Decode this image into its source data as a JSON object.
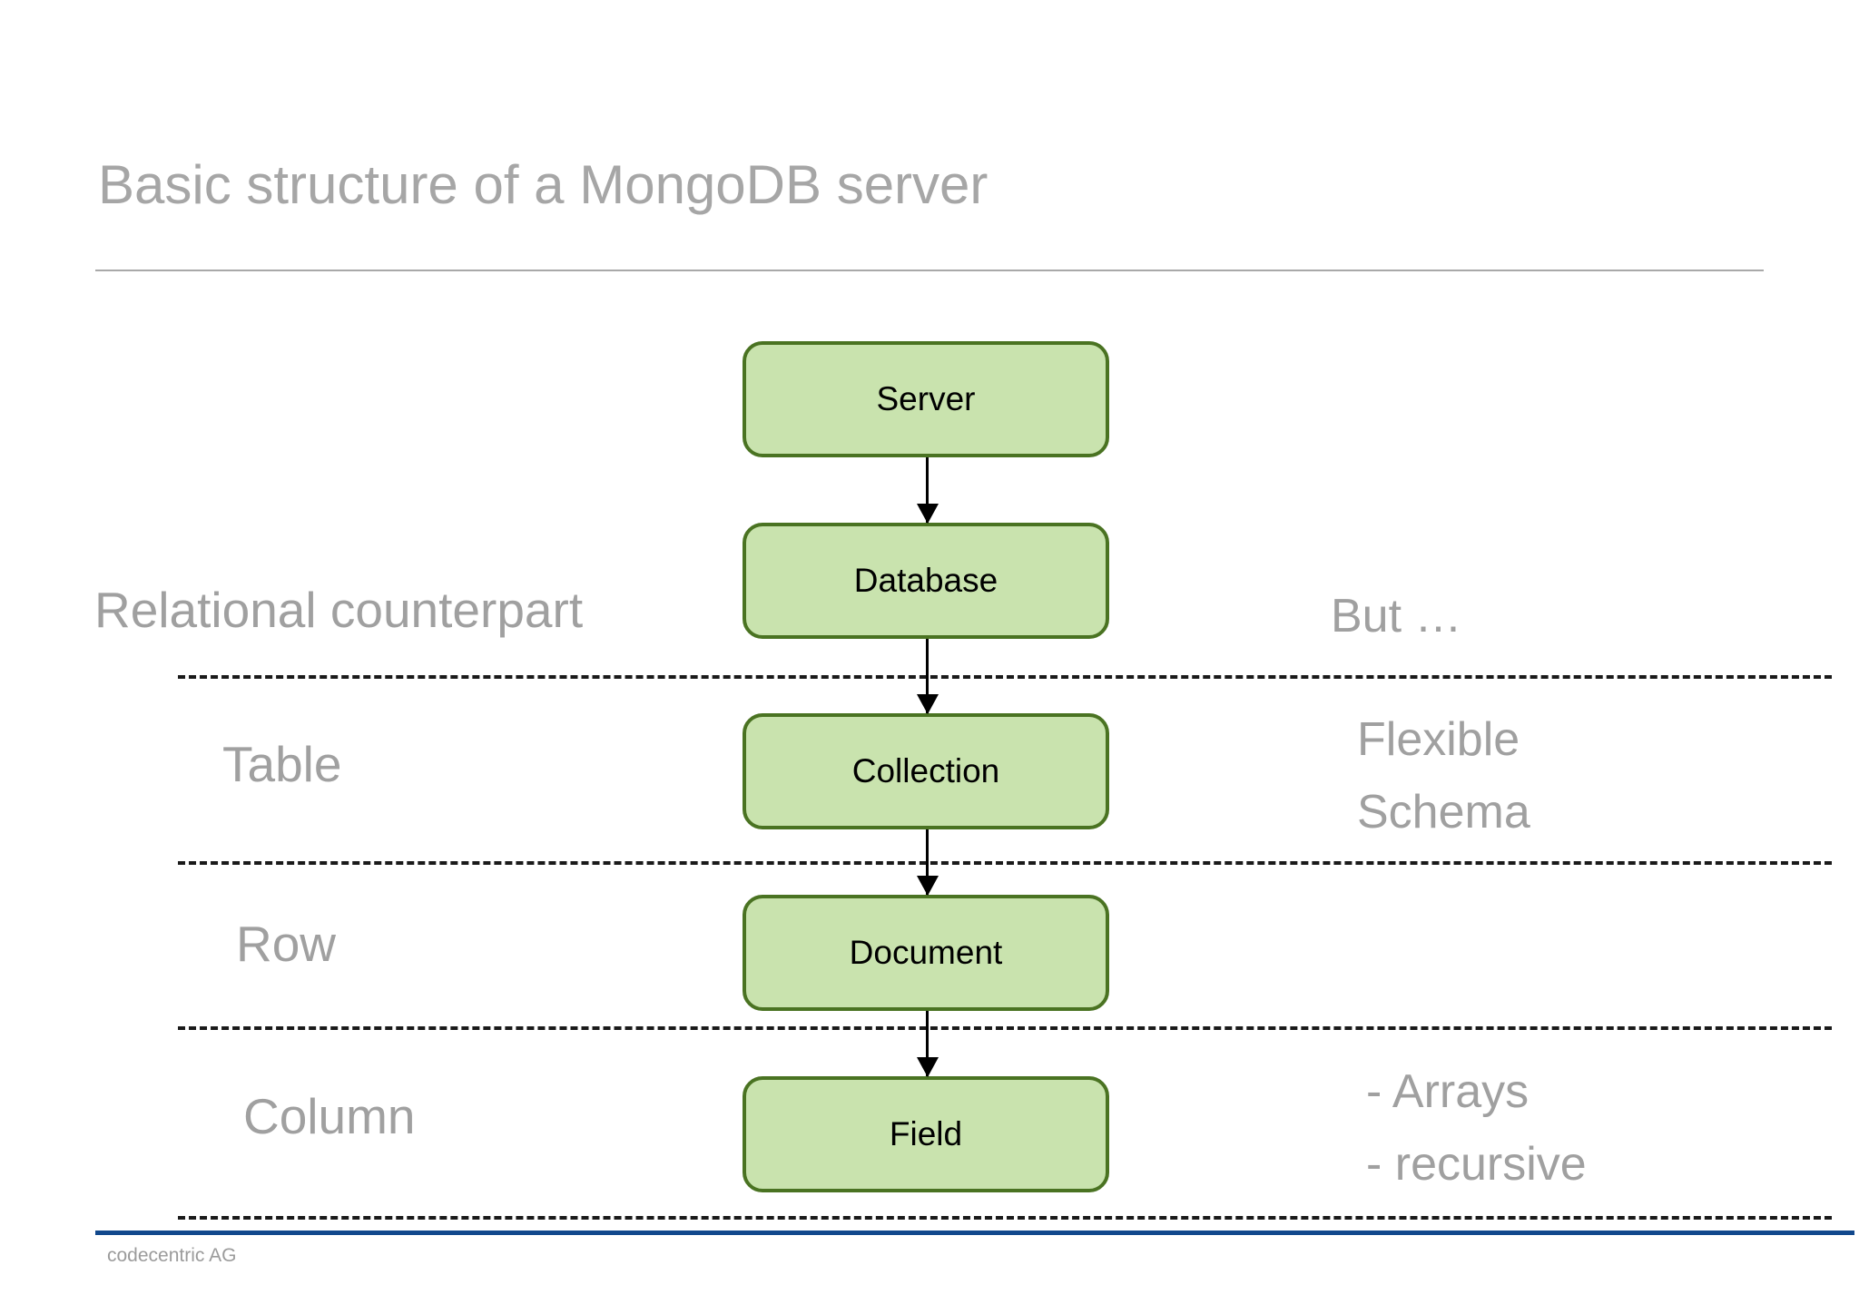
{
  "slide": {
    "title": "Basic structure of a MongoDB server",
    "background_color": "#ffffff",
    "title_color": "#a6a6a6",
    "label_color": "#a0a0a0",
    "box_fill_color": "#c9e3ae",
    "box_border_color": "#4a7322",
    "footer_rule_color": "#11488c",
    "dash_color": "#1a1a1a"
  },
  "flow": {
    "boxes": [
      {
        "label": "Server"
      },
      {
        "label": "Database"
      },
      {
        "label": "Collection"
      },
      {
        "label": "Document"
      },
      {
        "label": "Field"
      }
    ]
  },
  "left_column": {
    "heading": "Relational counterpart",
    "items": [
      {
        "label": "Table"
      },
      {
        "label": "Row"
      },
      {
        "label": "Column"
      }
    ]
  },
  "right_column": {
    "heading": "But …",
    "items": [
      {
        "line1": "Flexible",
        "line2": "Schema"
      },
      {
        "line1": "- Arrays",
        "line2": "- recursive"
      }
    ]
  },
  "footer": {
    "text": "codecentric AG"
  }
}
